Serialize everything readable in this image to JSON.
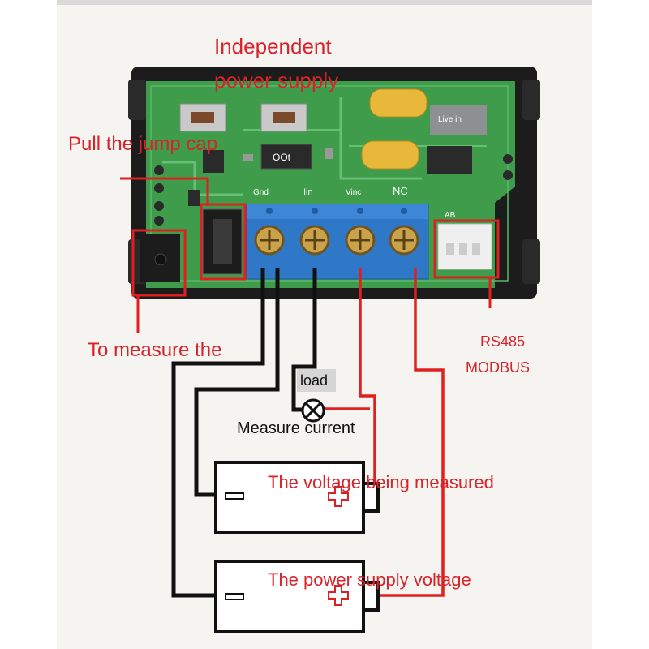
{
  "colors": {
    "label_red": "#d8232a",
    "wire_red": "#e02020",
    "wire_black": "#111111",
    "pcb_green": "#3e9c4a",
    "terminal_blue": "#2f78c8",
    "case_black": "#1c1c1c"
  },
  "labels": {
    "independent_line1": "Independent",
    "independent_line2": "power supply",
    "pull_jump_cap": "Pull the jump cap",
    "to_measure": "To measure the",
    "rs485_line1": "RS485",
    "rs485_line2": "MODBUS",
    "load": "load",
    "measure_current": "Measure current",
    "voltage_measured": "The voltage being measured",
    "power_supply_voltage": "The power supply voltage"
  },
  "board": {
    "button_label": "OOt",
    "pin_gnd": "Gnd",
    "pin_iin": "Iin",
    "pin_vinc": "Vinc",
    "pin_nc": "NC",
    "connector_ab": "AB",
    "chip_label": "Live in"
  },
  "icons": {
    "load": "lamp-cross-icon",
    "battery_plus": "plus-icon",
    "battery_minus": "minus-icon"
  }
}
